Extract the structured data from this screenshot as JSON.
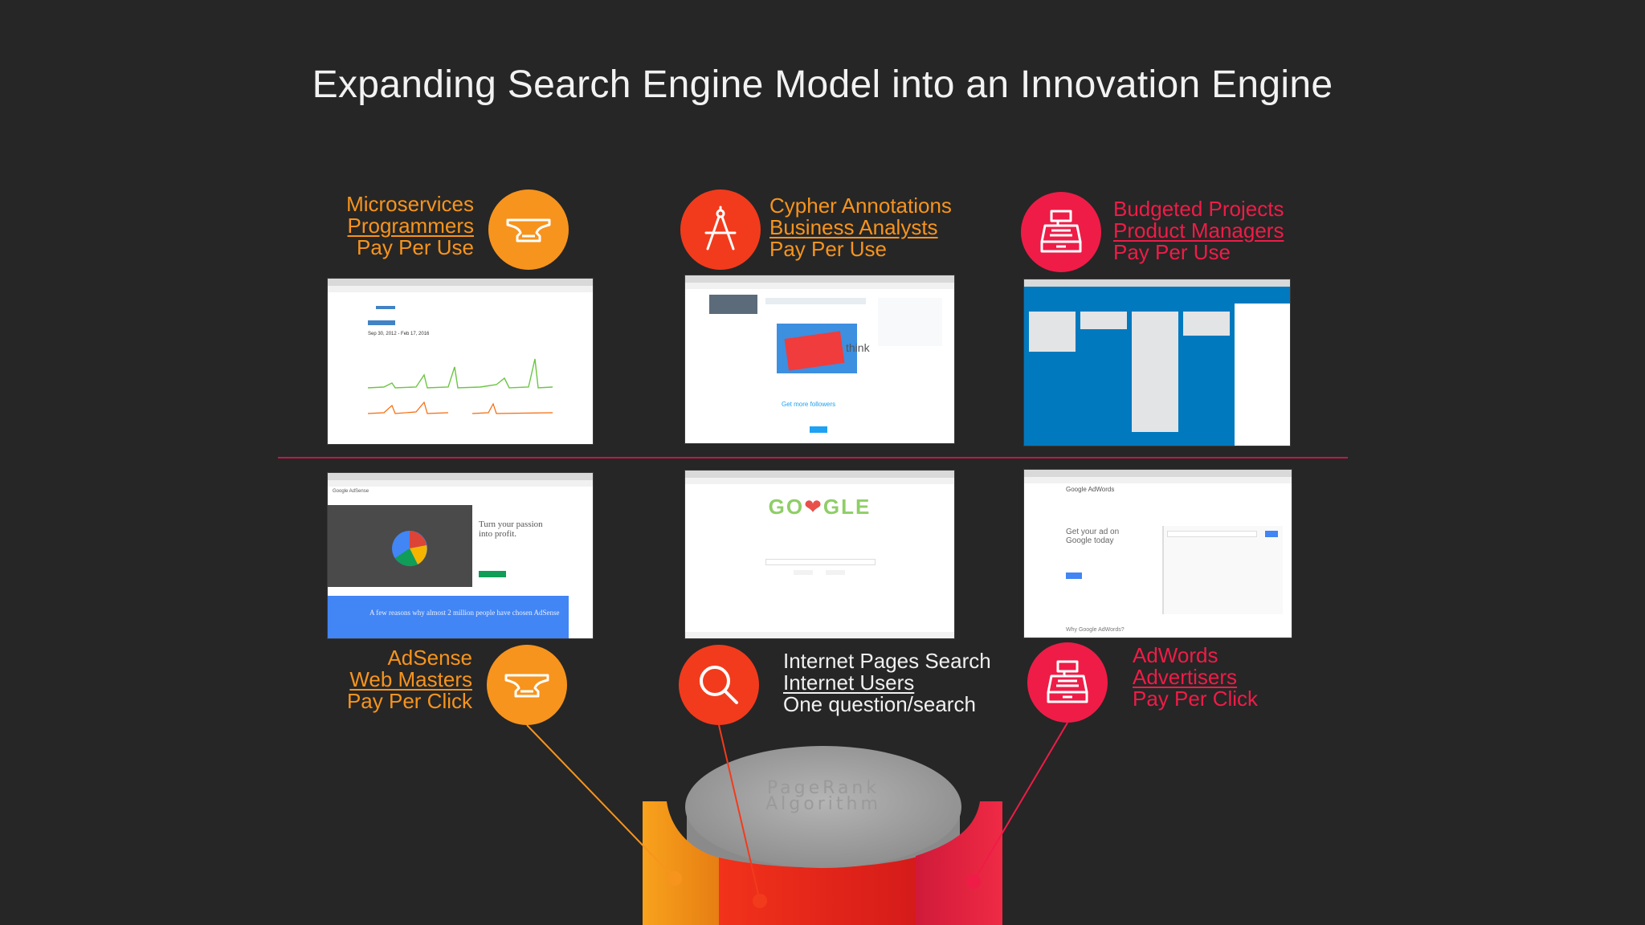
{
  "title": "Expanding Search Engine Model into an Innovation Engine",
  "top_row": [
    {
      "line1": "Microservices",
      "line2": "Programmers",
      "line3": "Pay Per Use",
      "icon": "anvil-icon",
      "color": "#f7941d"
    },
    {
      "line1": "Cypher Annotations",
      "line2": "Business Analysts",
      "line3": "Pay Per Use",
      "icon": "compass-icon",
      "color": "#f23b1c"
    },
    {
      "line1": "Budgeted Projects",
      "line2": "Product Managers",
      "line3": "Pay Per Use",
      "icon": "cash-register-icon",
      "color": "#ef1c47"
    }
  ],
  "bottom_row": [
    {
      "line1": "AdSense",
      "line2": "Web Masters",
      "line3": "Pay Per Click",
      "icon": "anvil-icon",
      "color": "#f7941d"
    },
    {
      "line1": "Internet Pages Search",
      "line2": "Internet Users",
      "line3": "One question/search",
      "icon": "magnifier-icon",
      "color": "#f23b1c"
    },
    {
      "line1": "AdWords",
      "line2": "Advertisers",
      "line3": "Pay Per Click",
      "icon": "cash-register-icon",
      "color": "#ef1c47"
    }
  ],
  "screenshots": {
    "github": {
      "date_range": "Sep 30, 2012 - Feb 17, 2016"
    },
    "twitter": {
      "think": "think",
      "followers": "Get more followers"
    },
    "adsense": {
      "brand": "Google AdSense",
      "headline": "Turn your passion into profit.",
      "footer": "A few reasons why almost 2 million people have chosen AdSense"
    },
    "google": {
      "logo_left": "GO",
      "logo_right": "GLE"
    },
    "adwords": {
      "brand": "Google AdWords",
      "headline": "Get your ad on Google today",
      "footer": "Why Google AdWords?"
    }
  },
  "dial": {
    "line1": "PageRank",
    "line2": "Algorithm"
  },
  "colors": {
    "orange": "#f7941d",
    "orange_red": "#f23b1c",
    "crimson": "#ef1c47",
    "divider": "#c2184a",
    "background": "#262626"
  }
}
